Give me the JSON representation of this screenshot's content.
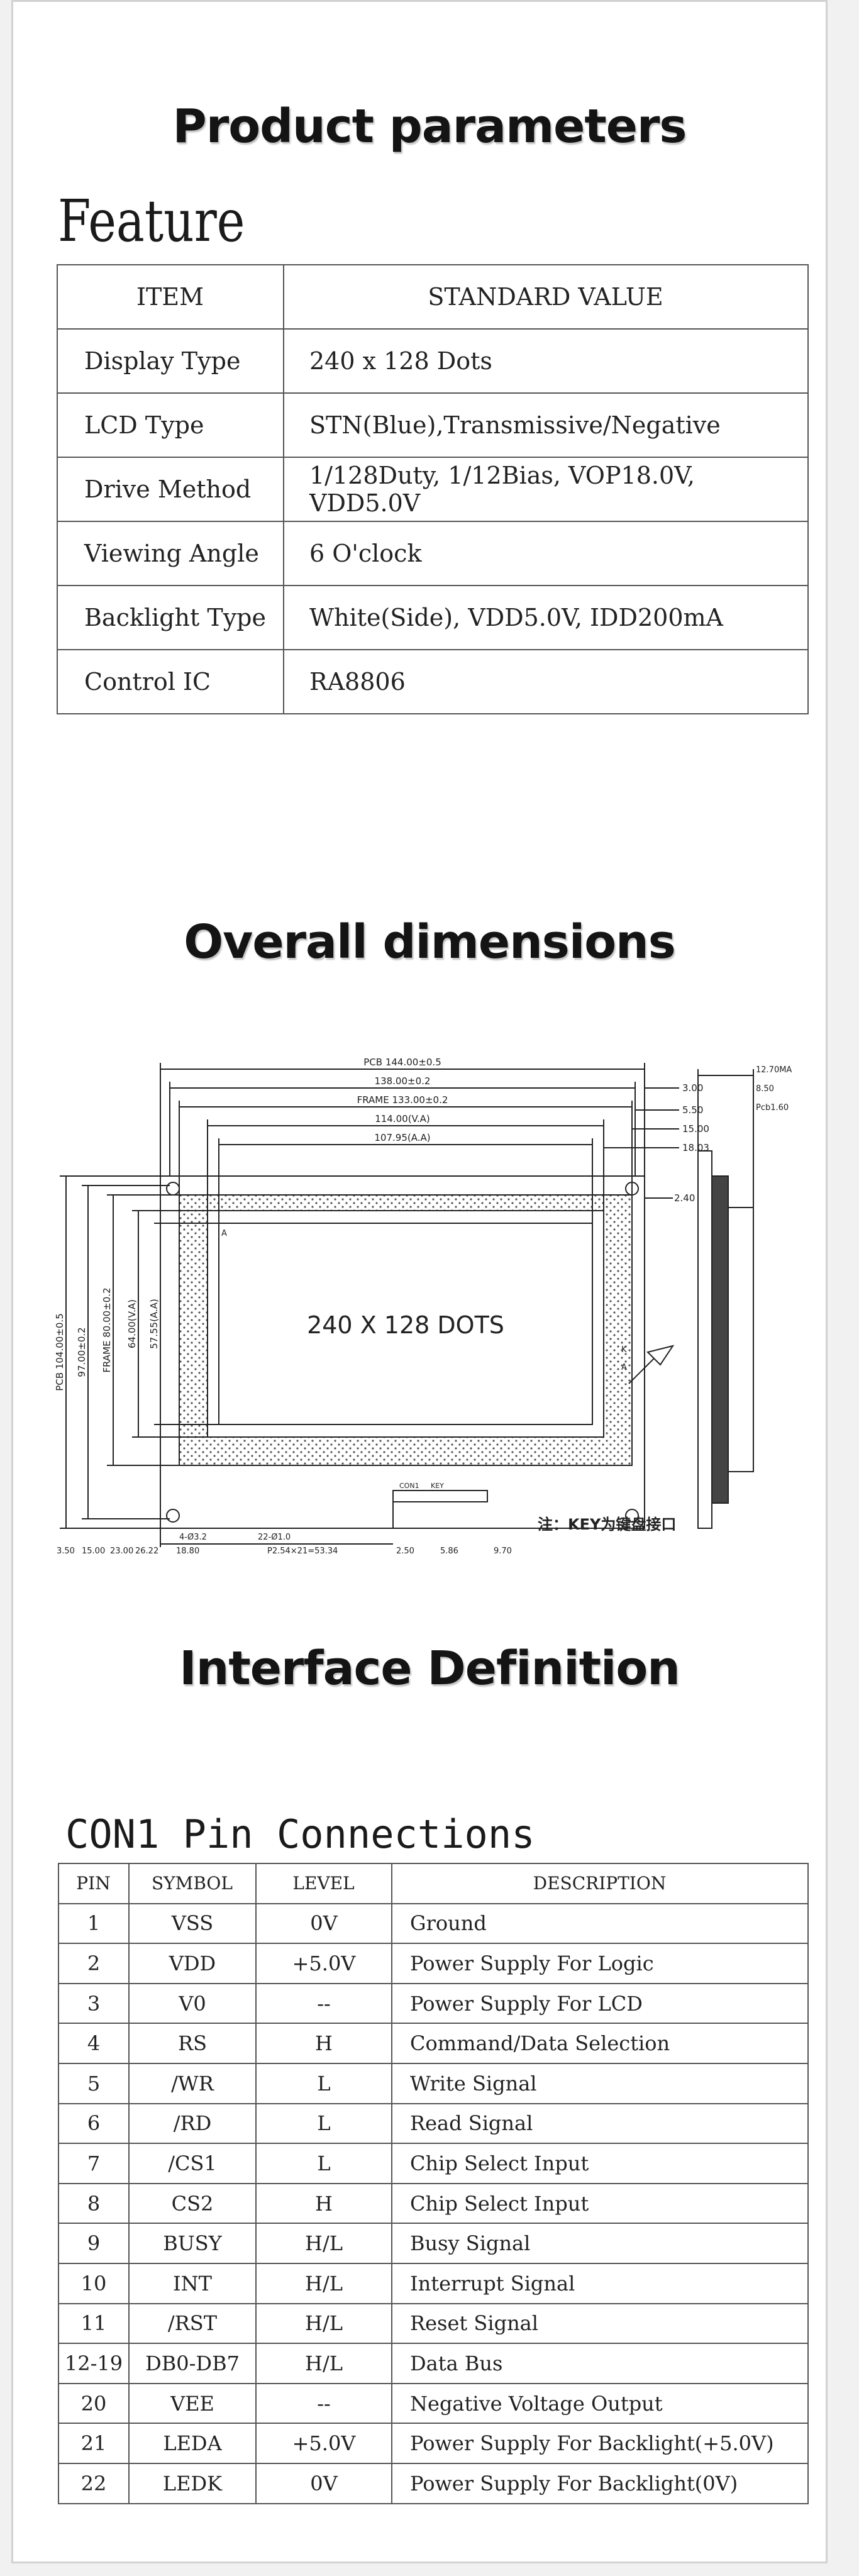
{
  "sections": {
    "product_parameters": "Product parameters",
    "overall_dimensions": "Overall dimensions",
    "interface_definition": "Interface Definition"
  },
  "feature": {
    "heading": "Feature",
    "headers": {
      "item": "ITEM",
      "value": "STANDARD VALUE"
    },
    "rows": [
      {
        "item": "Display Type",
        "value": "240 x 128 Dots"
      },
      {
        "item": "LCD Type",
        "value": "STN(Blue),Transmissive/Negative"
      },
      {
        "item": "Drive Method",
        "value": "1/128Duty, 1/12Bias, VOP18.0V, VDD5.0V"
      },
      {
        "item": "Viewing Angle",
        "value": "6 O'clock"
      },
      {
        "item": "Backlight Type",
        "value": "White(Side), VDD5.0V, IDD200mA"
      },
      {
        "item": "Control IC",
        "value": "RA8806"
      }
    ]
  },
  "drawing": {
    "screen_label": "240 X 128 DOTS",
    "pcb": "PCB 144.00±0.5",
    "d138": "138.00±0.2",
    "frame": "FRAME 133.00±0.2",
    "va": "114.00(V.A)",
    "aa": "107.95(A.A)",
    "r300": "3.00",
    "r550": "5.50",
    "r1500": "15.00",
    "r1803": "18.03",
    "r240": "2.40",
    "pcb_h": "PCB 104.00±0.5",
    "h9700": "97.00±0.2",
    "frame_h": "FRAME 80.00±0.2",
    "va_h": "64.00(V.A)",
    "aa_h": "57.55(A.A)",
    "b350": "3.50",
    "b1500": "15.00",
    "b2300": "23.00",
    "b2622": "26.22",
    "b1880": "18.80",
    "hole": "4-Ø3.2",
    "pins": "22-Ø1.0",
    "pitch": "P2.54×21=53.34",
    "b250": "2.50",
    "b586": "5.86",
    "b970": "9.70",
    "con1": "CON1",
    "key": "KEY",
    "side_max": "12.70MAX",
    "side_850": "8.50",
    "side_pcb": "Pcb1.60",
    "mark_a": "A",
    "mark_k": "K",
    "note": "注：KEY为键盘接口"
  },
  "con1": {
    "heading": "CON1 Pin Connections",
    "headers": {
      "pin": "PIN",
      "symbol": "SYMBOL",
      "level": "LEVEL",
      "description": "DESCRIPTION"
    },
    "rows": [
      {
        "pin": "1",
        "symbol": "VSS",
        "level": "0V",
        "description": "Ground"
      },
      {
        "pin": "2",
        "symbol": "VDD",
        "level": "+5.0V",
        "description": "Power Supply For Logic"
      },
      {
        "pin": "3",
        "symbol": "V0",
        "level": "--",
        "description": "Power Supply For LCD"
      },
      {
        "pin": "4",
        "symbol": "RS",
        "level": "H",
        "description": "Command/Data Selection"
      },
      {
        "pin": "5",
        "symbol": "/WR",
        "level": "L",
        "description": "Write Signal"
      },
      {
        "pin": "6",
        "symbol": "/RD",
        "level": "L",
        "description": "Read Signal"
      },
      {
        "pin": "7",
        "symbol": "/CS1",
        "level": "L",
        "description": "Chip Select Input"
      },
      {
        "pin": "8",
        "symbol": "CS2",
        "level": "H",
        "description": "Chip Select Input"
      },
      {
        "pin": "9",
        "symbol": "BUSY",
        "level": "H/L",
        "description": "Busy Signal"
      },
      {
        "pin": "10",
        "symbol": "INT",
        "level": "H/L",
        "description": "Interrupt Signal"
      },
      {
        "pin": "11",
        "symbol": "/RST",
        "level": "H/L",
        "description": "Reset Signal"
      },
      {
        "pin": "12-19",
        "symbol": "DB0-DB7",
        "level": "H/L",
        "description": "Data Bus"
      },
      {
        "pin": "20",
        "symbol": "VEE",
        "level": "--",
        "description": "Negative Voltage Output"
      },
      {
        "pin": "21",
        "symbol": "LEDA",
        "level": "+5.0V",
        "description": "Power Supply For Backlight(+5.0V)"
      },
      {
        "pin": "22",
        "symbol": "LEDK",
        "level": "0V",
        "description": "Power Supply For Backlight(0V)"
      }
    ]
  }
}
